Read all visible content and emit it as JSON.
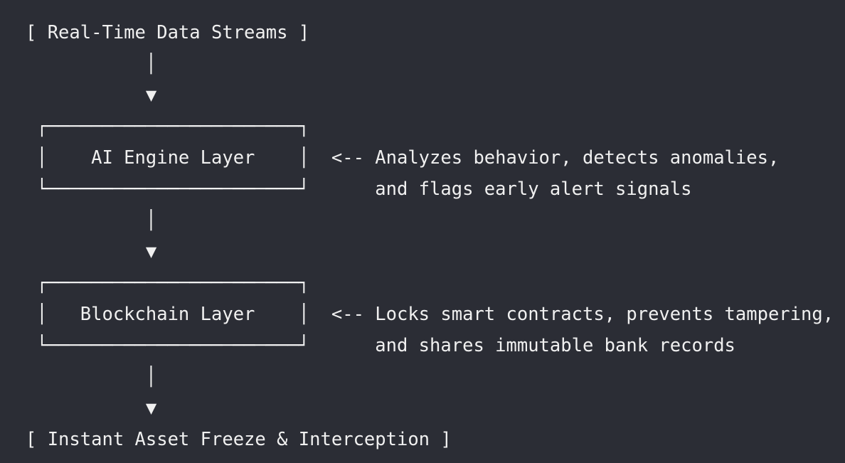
{
  "lines": [
    "[ Real-Time Data Streams ]",
    "           │",
    "           ▼",
    " ┌───────────────────────┐",
    " │    AI Engine Layer    │  <-- Analyzes behavior, detects anomalies,",
    " └───────────────────────┘      and flags early alert signals",
    "           │",
    "           ▼",
    " ┌───────────────────────┐",
    " │   Blockchain Layer    │  <-- Locks smart contracts, prevents tampering,",
    " └───────────────────────┘      and shares immutable bank records",
    "           │",
    "           ▼",
    "[ Instant Asset Freeze & Interception ]"
  ]
}
